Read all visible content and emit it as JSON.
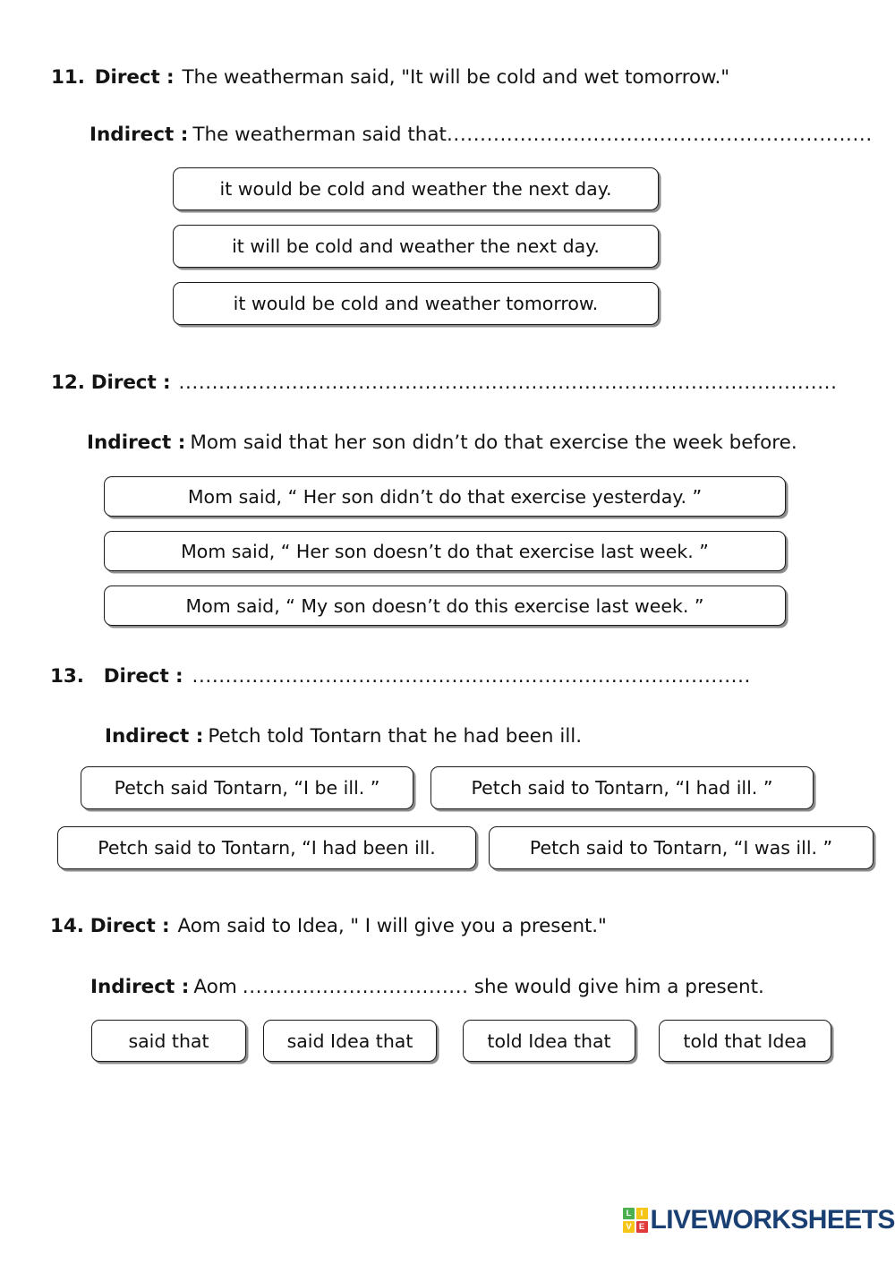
{
  "worksheet": {
    "direct_label": "Direct :",
    "indirect_label": "Indirect :",
    "blank_dots_long": "................................................................................................",
    "blank_dots_q12": ".....................................................................................................",
    "blank_dots_q13": "..............................................................................................",
    "blank_dots_q14": "..............................................."
  },
  "questions": [
    {
      "number": "11.",
      "direct_label": "Direct :",
      "direct_text": "The weatherman said, \"It will be cold and wet tomorrow.\"",
      "indirect_label": "Indirect :",
      "indirect_text": "The weatherman said that",
      "indirect_dots": "................................................................",
      "options": [
        "it would be cold and weather the next day.",
        "it will be cold and weather the next day.",
        "it would be cold and weather tomorrow."
      ]
    },
    {
      "number": "12.",
      "direct_label": "Direct :",
      "direct_text": "",
      "direct_dots": ".......................................................................................................",
      "indirect_label": "Indirect :",
      "indirect_text": "Mom said that her son didn’t do that exercise the week before.",
      "options": [
        "Mom said, “ Her son didn’t do that exercise yesterday. ”",
        "Mom said, “ Her son doesn’t do that exercise last week. ”",
        "Mom said, “ My son doesn’t do this exercise last week. ”"
      ]
    },
    {
      "number": "13.",
      "direct_label": "Direct :",
      "direct_text": "",
      "direct_dots": ".............................................................................................",
      "indirect_label": "Indirect :",
      "indirect_text": "Petch told Tontarn that he had been ill.",
      "options": [
        "Petch said Tontarn, “I be ill. ”",
        "Petch said to Tontarn, “I had ill. ”",
        "Petch said to Tontarn, “I had been ill.",
        "Petch said to Tontarn, “I was ill. ”"
      ]
    },
    {
      "number": "14.",
      "direct_label": "Direct :",
      "direct_text": "Aom said to Idea, \" I will give you a present.\"",
      "indirect_label": "Indirect :",
      "indirect_prefix": "Aom",
      "indirect_dots": "...............................................",
      "indirect_suffix": "she would give him a present.",
      "options": [
        "said that",
        "said Idea that",
        "told Idea that",
        "told that Idea"
      ]
    }
  ],
  "footer": {
    "logo_tiles": [
      "L",
      "I",
      "V",
      "E"
    ],
    "logo_word": "LIVEWORKSHEETS"
  }
}
